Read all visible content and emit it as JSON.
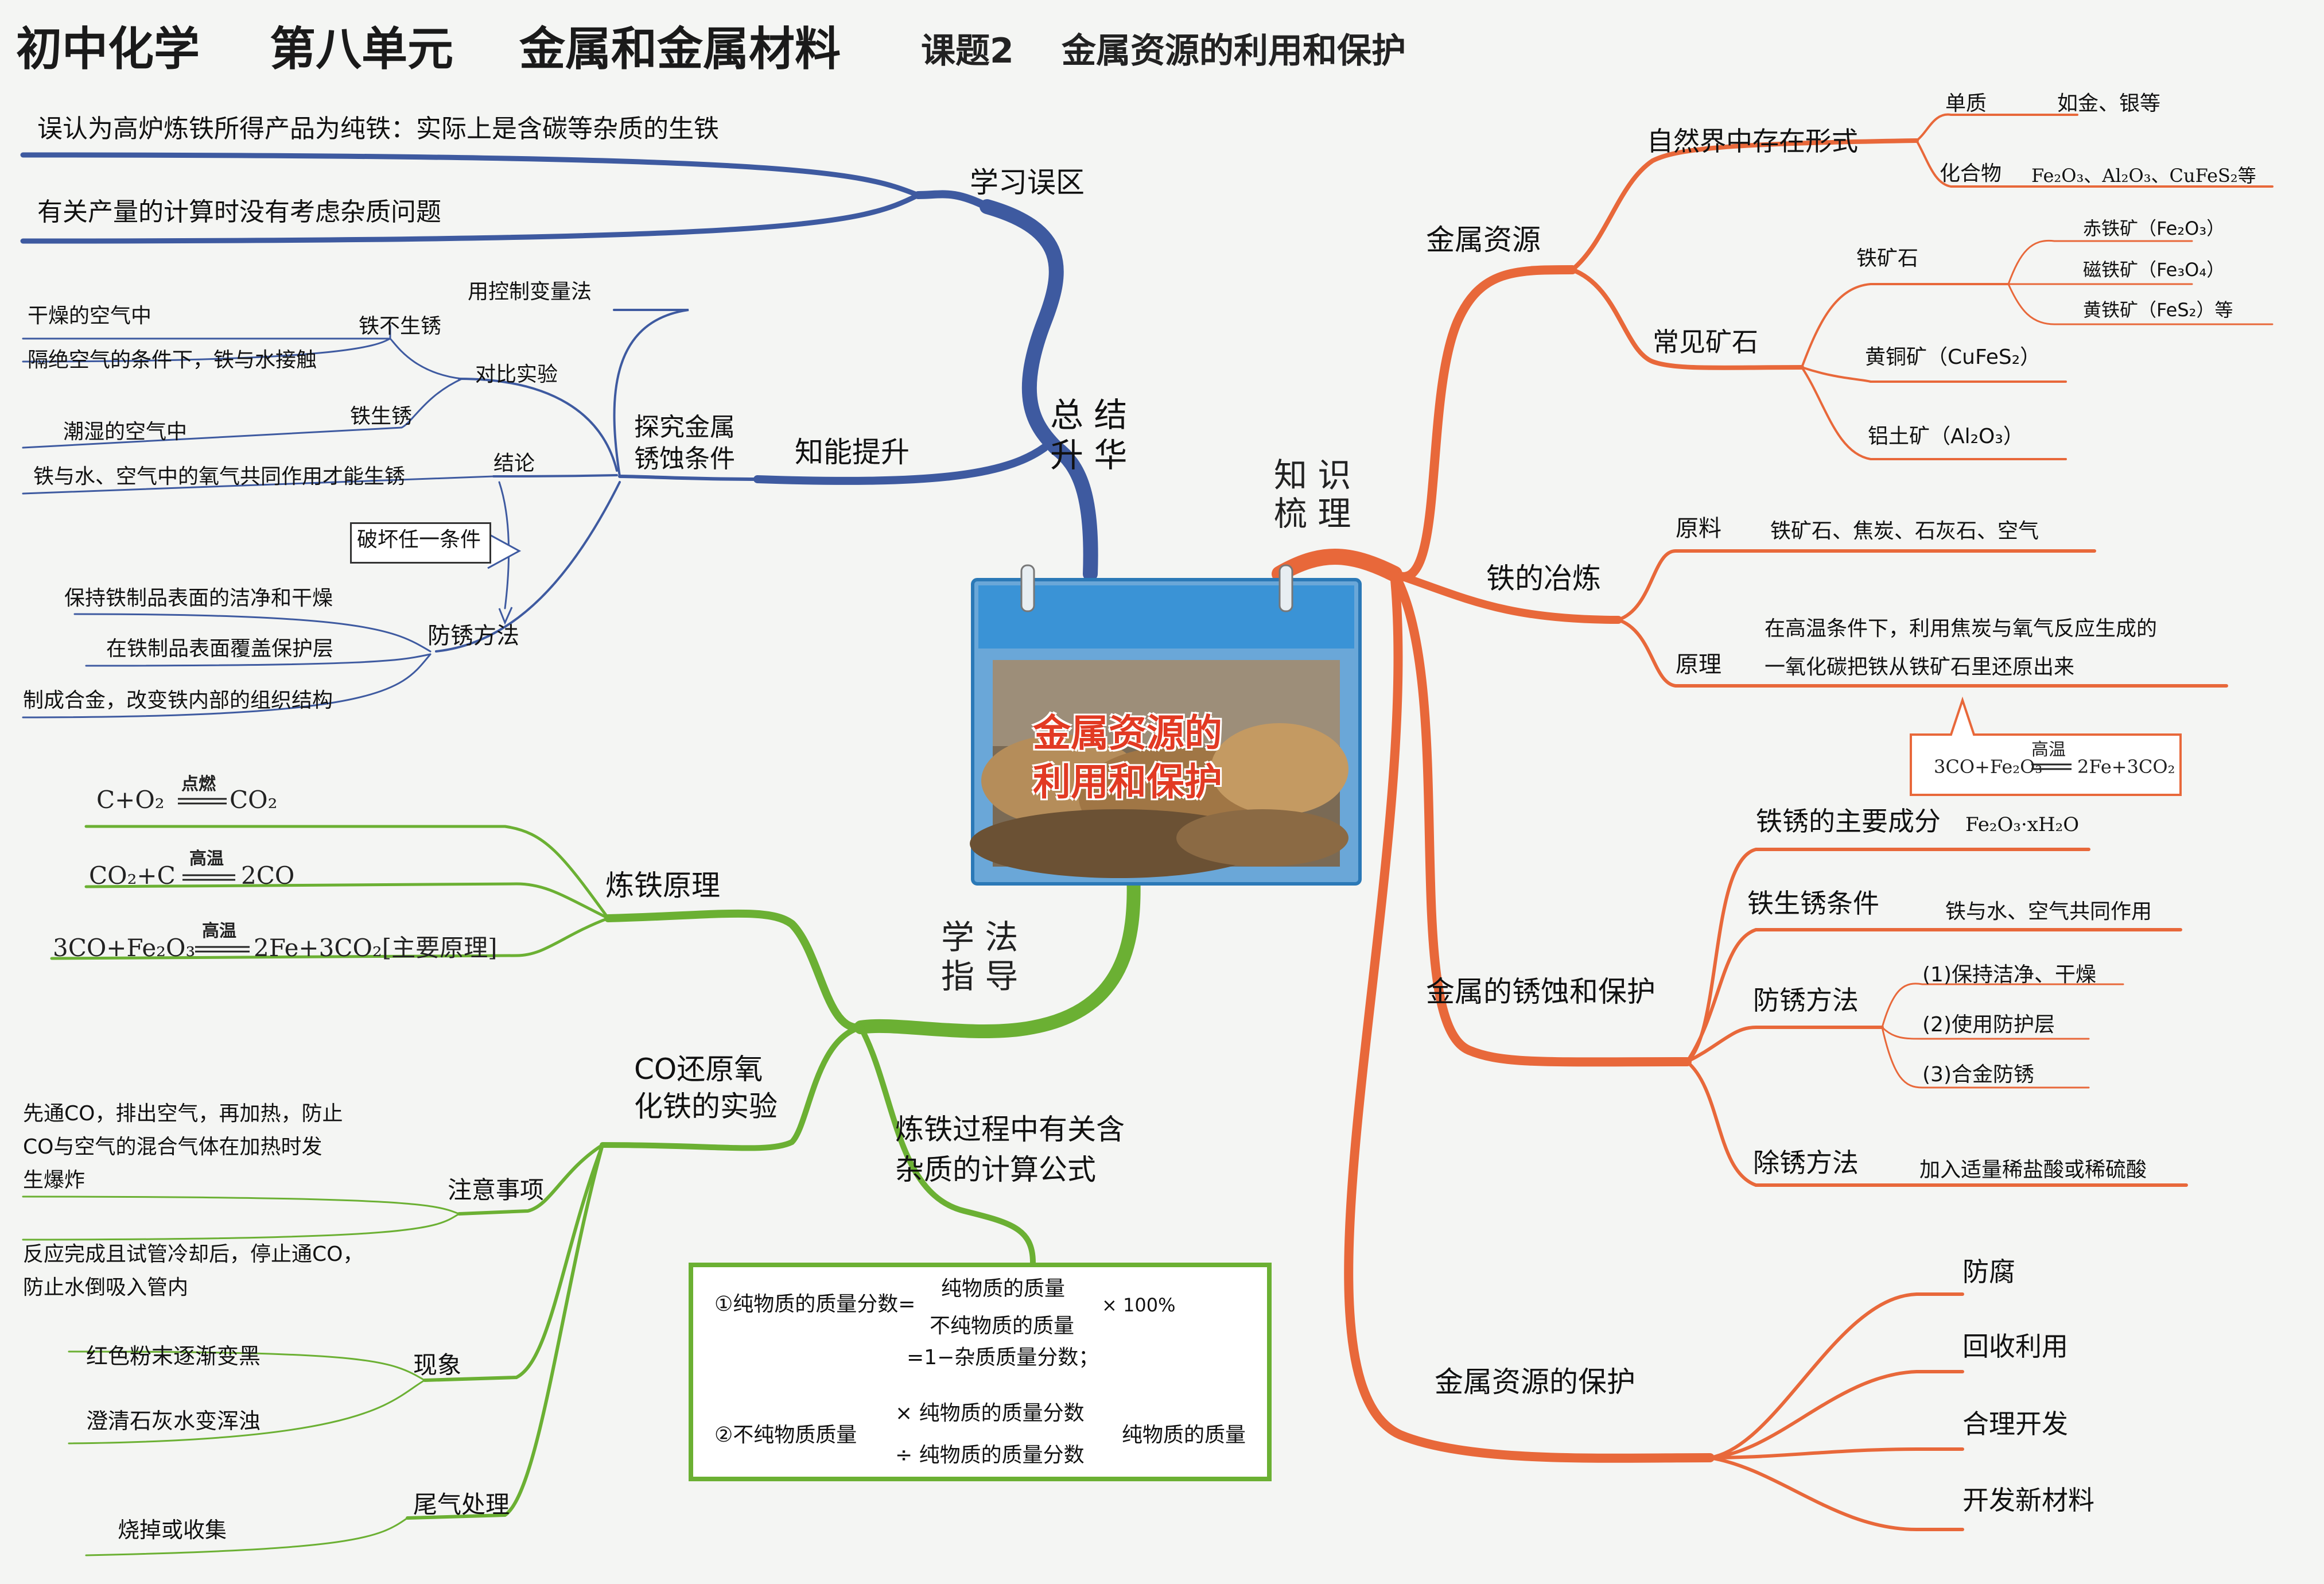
{
  "header": {
    "subject": "初中化学",
    "unit": "第八单元",
    "unit_title": "金属和金属材料",
    "topic_no": "课题2",
    "topic_title": "金属资源的利用和保护"
  },
  "center": {
    "line1": "金属资源的",
    "line2": "利用和保护"
  },
  "branches": {
    "summary": {
      "label": "总 结\n升 华",
      "line1": "总 结",
      "line2": "升 华",
      "misconceptions": {
        "label": "学习误区",
        "items": [
          "误认为高炉炼铁所得产品为纯铁：实际上是含碳等杂质的生铁",
          "有关产量的计算时没有考虑杂质问题"
        ]
      },
      "ability": {
        "label": "知能提升",
        "explore": {
          "line1": "探究金属",
          "line2": "锈蚀条件",
          "control_var": "用控制变量法",
          "compare": "对比实验",
          "no_rust": "铁不生锈",
          "dry_air": "干燥的空气中",
          "isolate_air": "隔绝空气的条件下，铁与水接触",
          "rust": "铁生锈",
          "humid_air": "潮湿的空气中",
          "conclusion": "结论",
          "conclusion_text": "铁与水、空气中的氧气共同作用才能生锈",
          "break_one": "破坏任一条件"
        },
        "prevent": {
          "label": "防锈方法",
          "items": [
            "保持铁制品表面的洁净和干燥",
            "在铁制品表面覆盖保护层",
            "制成合金，改变铁内部的组织结构"
          ]
        }
      }
    },
    "knowledge": {
      "line1": "知 识",
      "line2": "梳 理",
      "resources": {
        "label": "金属资源",
        "forms": {
          "label": "自然界中存在形式",
          "element": "单质",
          "element_ex": "如金、银等",
          "compound": "化合物",
          "compound_ex": "Fe₂O₃、Al₂O₃、CuFeS₂等"
        },
        "ores": {
          "label": "常见矿石",
          "iron_ore": "铁矿石",
          "hematite": "赤铁矿（Fe₂O₃）",
          "magnetite": "磁铁矿（Fe₃O₄）",
          "pyrite": "黄铁矿（FeS₂）等",
          "chalcopyrite": "黄铜矿（CuFeS₂）",
          "bauxite": "铝土矿（Al₂O₃）"
        }
      },
      "smelting": {
        "label": "铁的冶炼",
        "raw": "原料",
        "raw_text": "铁矿石、焦炭、石灰石、空气",
        "principle": "原理",
        "principle_l1": "在高温条件下，利用焦炭与氧气反应生成的",
        "principle_l2": "一氧化碳把铁从铁矿石里还原出来",
        "eq_cond": "高温",
        "eq_left": "3CO+Fe₂O₃",
        "eq_right": "2Fe+3CO₂"
      },
      "corrosion": {
        "label": "金属的锈蚀和保护",
        "rust_main": "铁锈的主要成分",
        "rust_formula": "Fe₂O₃·xH₂O",
        "condition": "铁生锈条件",
        "condition_text": "铁与水、空气共同作用",
        "prevent": "防锈方法",
        "prevent_items": [
          "(1)保持洁净、干燥",
          "(2)使用防护层",
          "(3)合金防锈"
        ],
        "remove": "除锈方法",
        "remove_text": "加入适量稀盐酸或稀硫酸"
      },
      "protection": {
        "label": "金属资源的保护",
        "items": [
          "防腐",
          "回收利用",
          "合理开发",
          "开发新材料"
        ]
      }
    },
    "method": {
      "line1": "学 法",
      "line2": "指 导",
      "principle": {
        "label": "炼铁原理",
        "eq1_left": "C+O₂",
        "eq1_cond": "点燃",
        "eq1_right": "CO₂",
        "eq2_left": "CO₂+C",
        "eq2_cond": "高温",
        "eq2_right": "2CO",
        "eq3_left": "3CO+Fe₂O₃",
        "eq3_cond": "高温",
        "eq3_right": "2Fe+3CO₂[主要原理]"
      },
      "experiment": {
        "line1": "CO还原氧",
        "line2": "化铁的实验",
        "notes": {
          "label": "注意事项",
          "item1_l1": "先通CO，排出空气，再加热，防止",
          "item1_l2": "CO与空气的混合气体在加热时发",
          "item1_l3": "生爆炸",
          "item2_l1": "反应完成且试管冷却后，停止通CO，",
          "item2_l2": "防止水倒吸入管内"
        },
        "phenomena": {
          "label": "现象",
          "items": [
            "红色粉末逐渐变黑",
            "澄清石灰水变浑浊"
          ]
        },
        "tail": {
          "label": "尾气处理",
          "text": "烧掉或收集"
        }
      },
      "calc": {
        "line1": "炼铁过程中有关含",
        "line2": "杂质的计算公式",
        "f1_prefix": "①纯物质的质量分数=",
        "f1_num": "纯物质的质量",
        "f1_den": "不纯物质的质量",
        "f1_times": "× 100%",
        "f1_alt": "=1−杂质质量分数；",
        "f2_prefix": "②不纯物质质量",
        "f2_top": "× 纯物质的质量分数",
        "f2_bottom": "÷ 纯物质的质量分数",
        "f2_right": "纯物质的质量"
      }
    }
  },
  "colors": {
    "blue": "#3e5aa0",
    "orange": "#e8683a",
    "green": "#6bb033",
    "calendar": "#3a93d6"
  }
}
